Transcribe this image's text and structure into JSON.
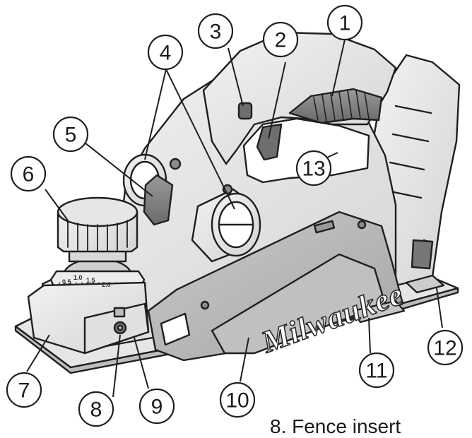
{
  "diagram": {
    "brand_mark": "Milwaukee",
    "depth_scale": [
      "0.5",
      "1.0",
      "1.5",
      "2.0"
    ],
    "callouts": [
      {
        "id": "c1",
        "number": "1"
      },
      {
        "id": "c2",
        "number": "2"
      },
      {
        "id": "c3",
        "number": "3"
      },
      {
        "id": "c4",
        "number": "4"
      },
      {
        "id": "c5",
        "number": "5"
      },
      {
        "id": "c6",
        "number": "6"
      },
      {
        "id": "c7",
        "number": "7"
      },
      {
        "id": "c8",
        "number": "8"
      },
      {
        "id": "c9",
        "number": "9"
      },
      {
        "id": "c10",
        "number": "10"
      },
      {
        "id": "c11",
        "number": "11"
      },
      {
        "id": "c12",
        "number": "12"
      },
      {
        "id": "c13",
        "number": "13"
      }
    ],
    "caption": "8.  Fence insert"
  }
}
